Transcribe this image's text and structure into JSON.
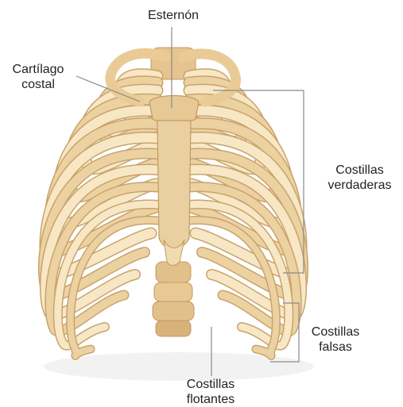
{
  "diagram": {
    "labels": {
      "sternum": "Esternón",
      "costal_cartilage": [
        "Cartílago",
        "costal"
      ],
      "true_ribs": [
        "Costillas",
        "verdaderas"
      ],
      "false_ribs": [
        "Costillas",
        "falsas"
      ],
      "floating_ribs": [
        "Costillas",
        "flotantes"
      ]
    },
    "colors": {
      "bone": "#ecd1a1",
      "bone_light": "#f7e7c5",
      "bone_shadow": "#c9a36c",
      "cartilage": "#f3e0b6",
      "leader_line": "#8a8a8a",
      "text": "#222222"
    }
  }
}
